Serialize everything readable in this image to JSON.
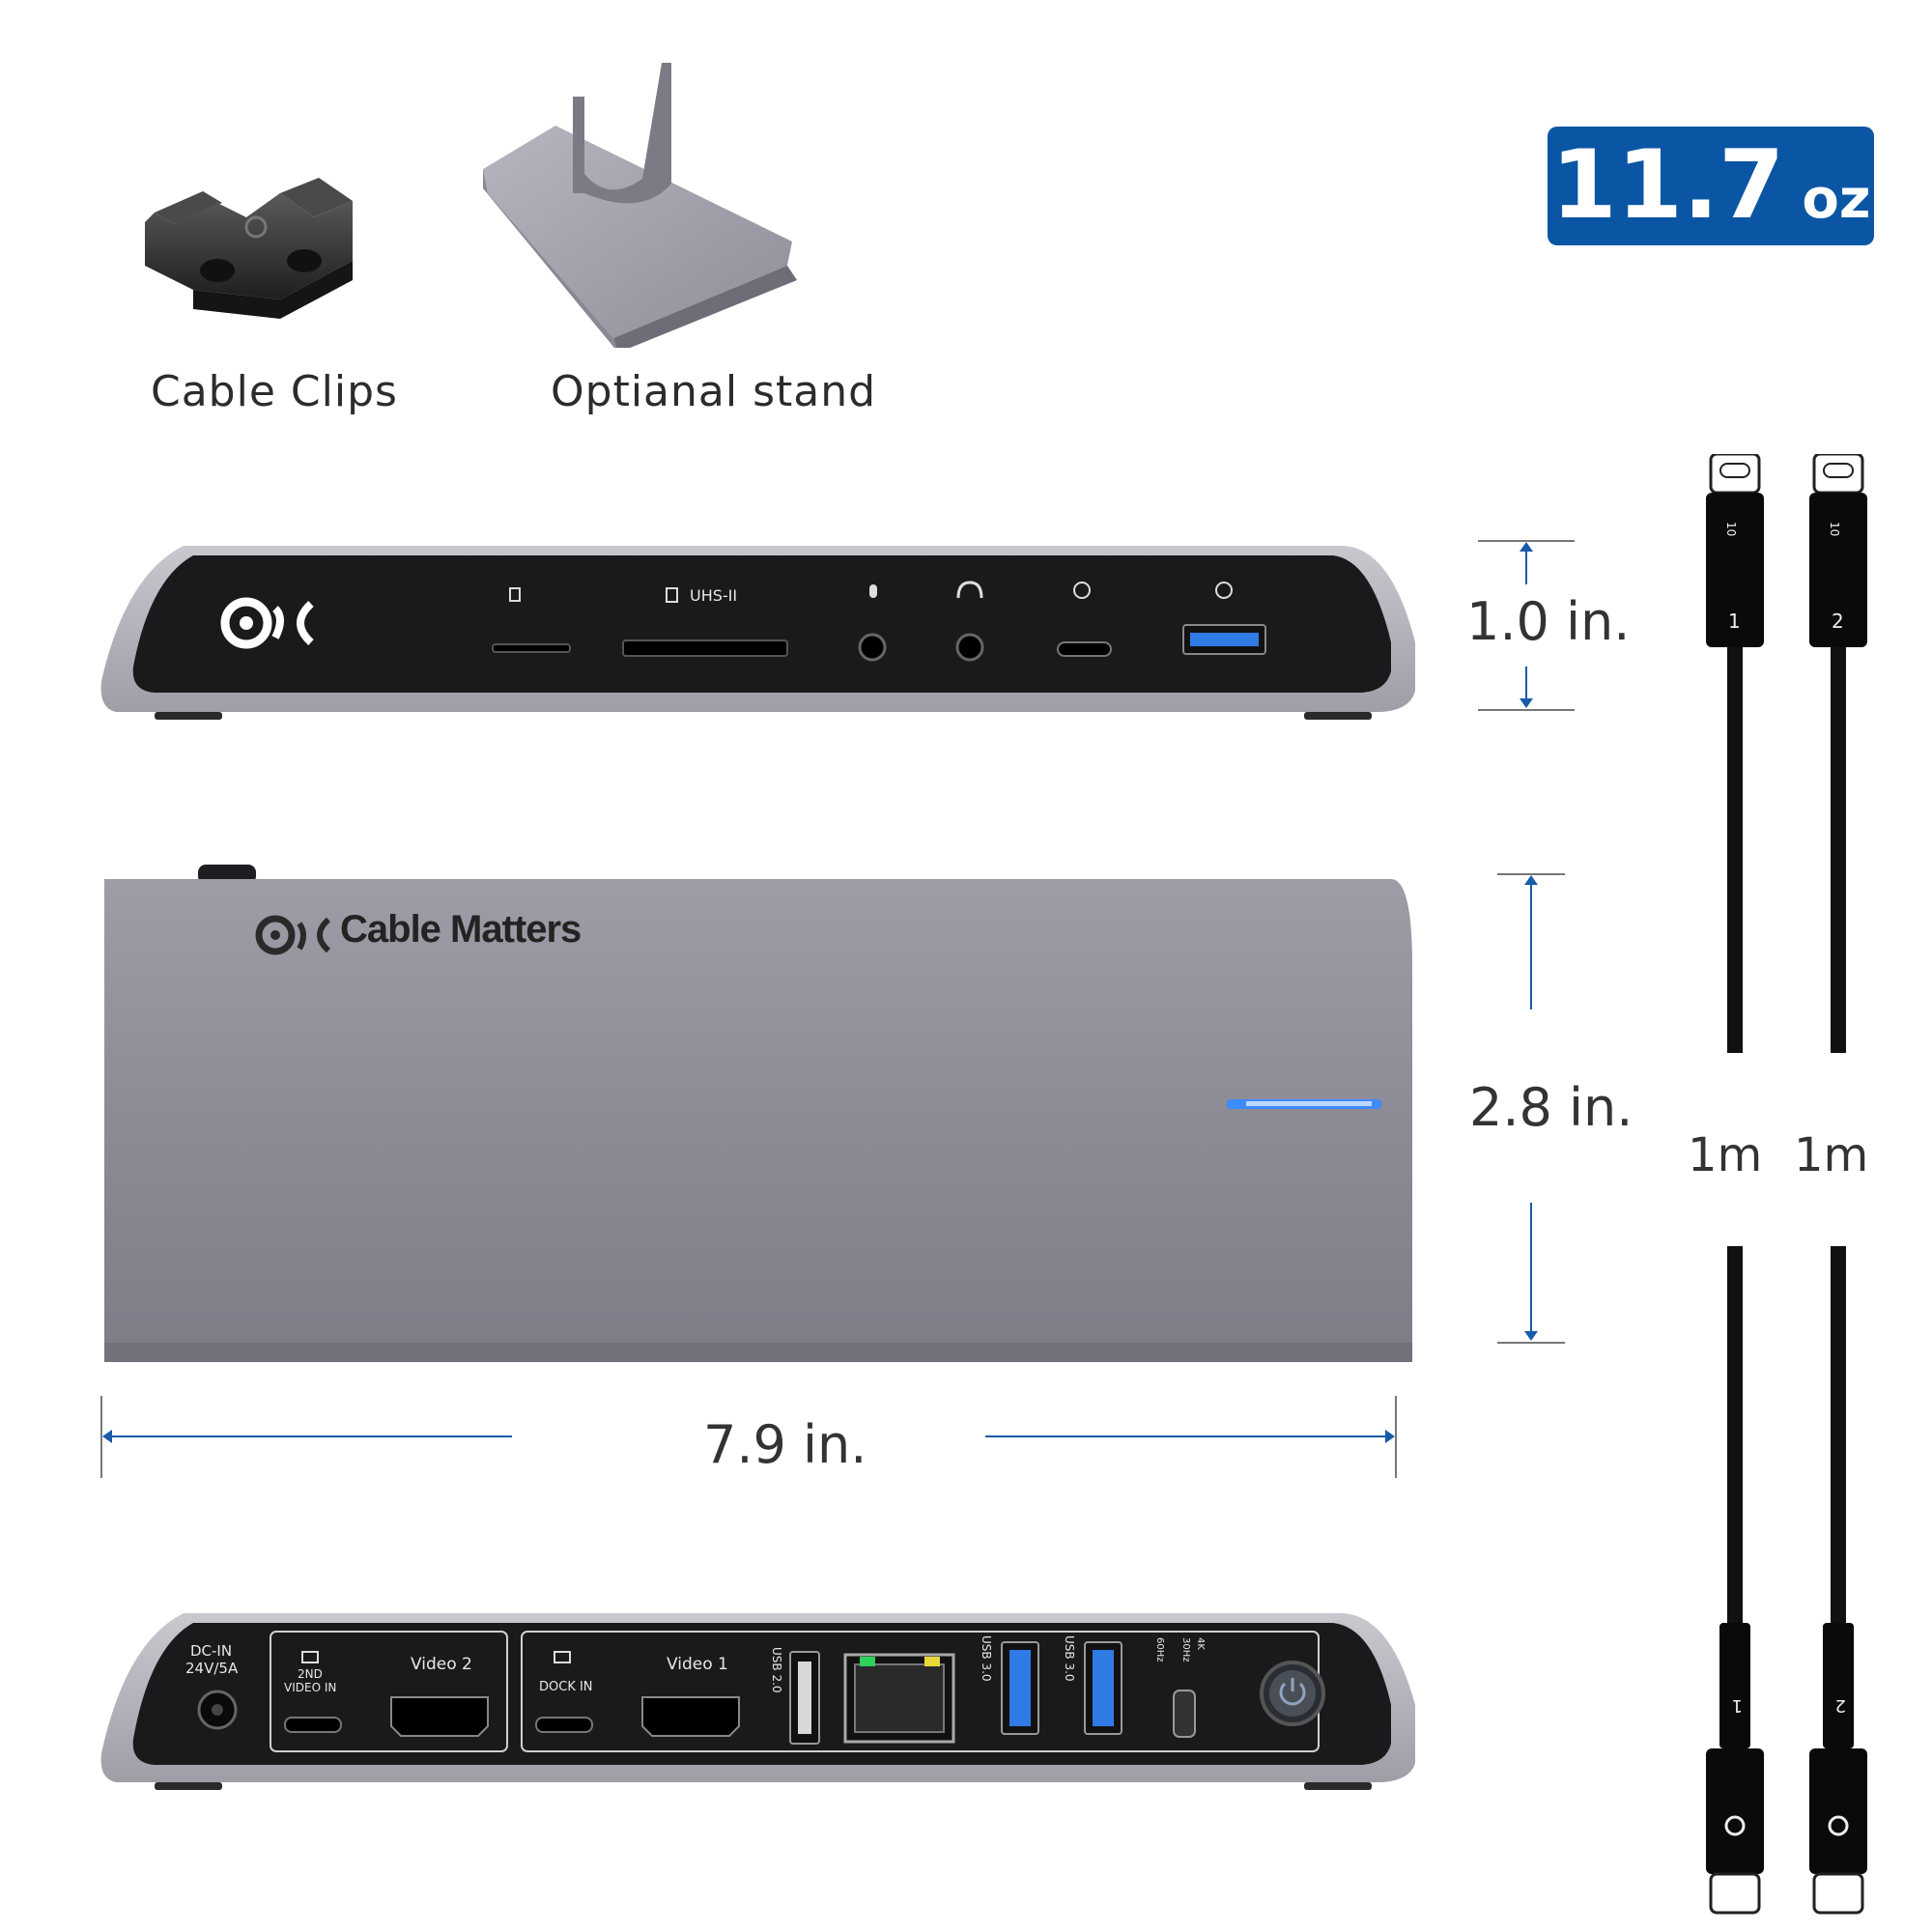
{
  "weight": {
    "value": "11.7",
    "unit": "oz"
  },
  "accessories": {
    "clips_label": "Cable Clips",
    "stand_label": "Optianal stand"
  },
  "dimensions": {
    "height": "1.0 in.",
    "depth": "2.8 in.",
    "width": "7.9 in."
  },
  "brand": {
    "name": "Cable Matters"
  },
  "front_ports": {
    "card_label": "UHS-II"
  },
  "rear_ports": {
    "dc_in": "DC-IN",
    "dc_rating": "24V/5A",
    "second_video_in_1": "2ND",
    "second_video_in_2": "VIDEO IN",
    "video2": "Video 2",
    "dock_in": "DOCK IN",
    "video1": "Video 1",
    "usb20": "USB 2.0",
    "usb30_a": "USB 3.0",
    "usb30_b": "USB 3.0",
    "res_4k": "4K",
    "hz_30": "30Hz",
    "hz_60": "60Hz"
  },
  "cables": [
    {
      "number": "1",
      "length": "1m",
      "speed": "10"
    },
    {
      "number": "2",
      "length": "1m",
      "speed": "10"
    }
  ],
  "colors": {
    "badge": "#0b56a4",
    "arrow": "#1a5aa8",
    "dock_body": "#8d8b95",
    "led": "#3d8bff"
  }
}
